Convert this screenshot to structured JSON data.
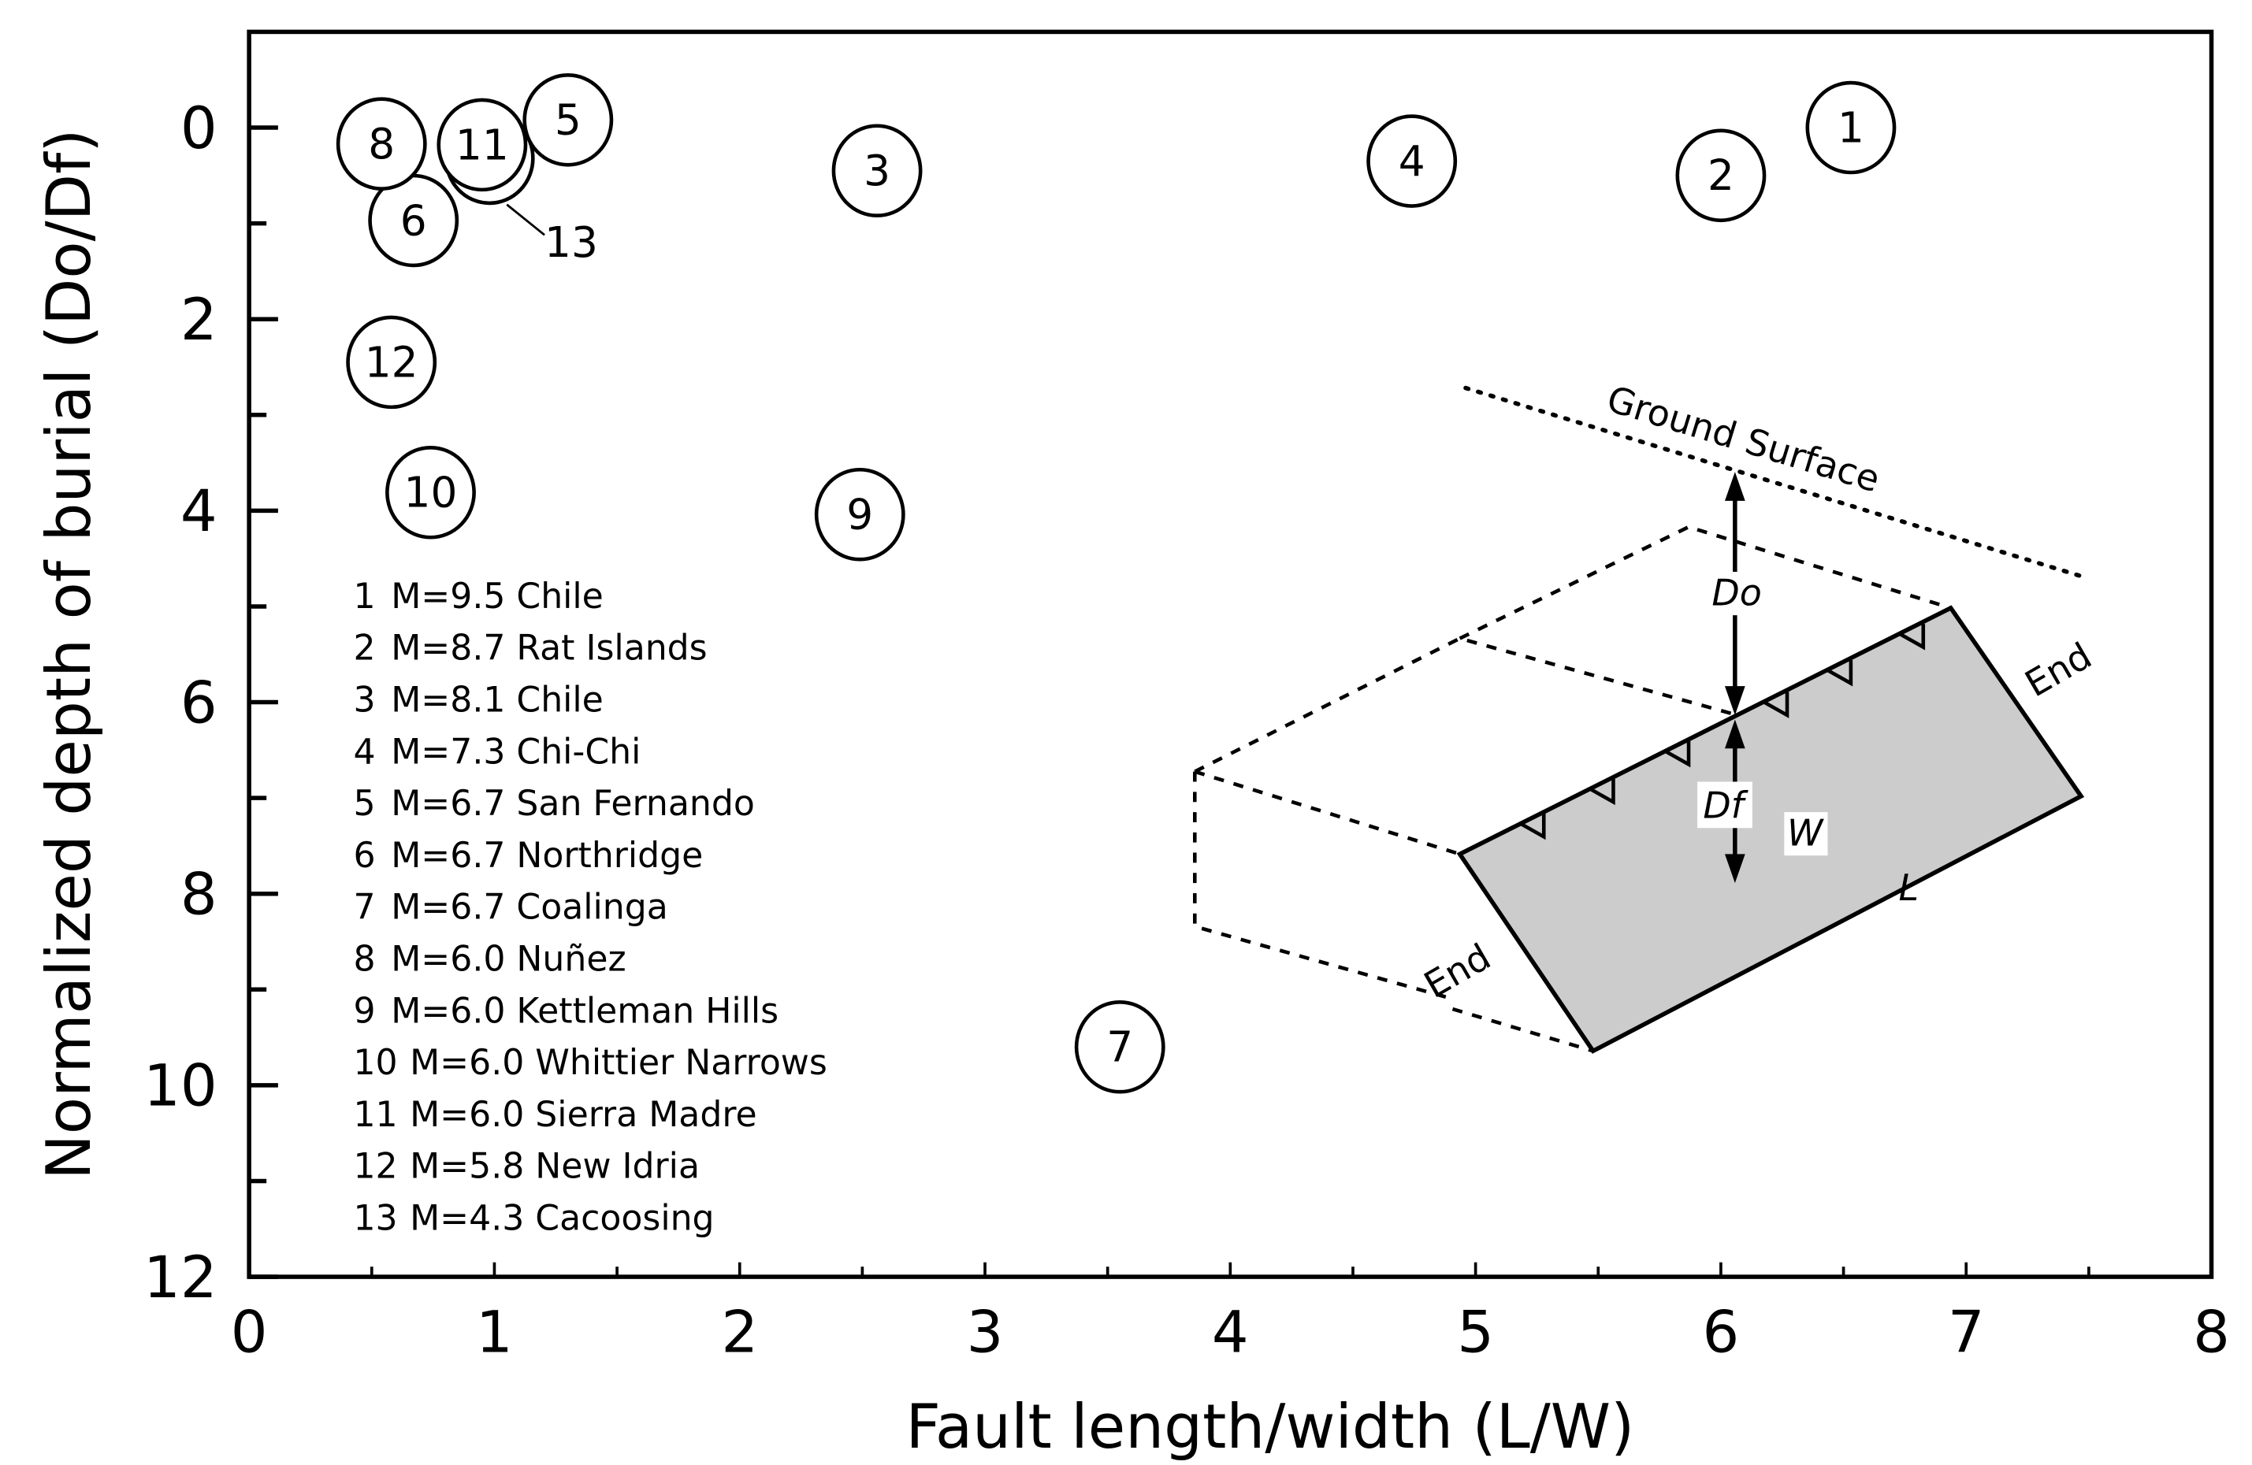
{
  "chart_data": {
    "type": "scatter",
    "title": "",
    "xlabel": "Fault length/width (L/W)",
    "ylabel": "Normalized depth of burial (Do/Df)",
    "xlim": [
      0,
      8
    ],
    "ylim": [
      12,
      -1
    ],
    "y_inverted": true,
    "grid": false,
    "x_major_ticks": [
      0,
      1,
      2,
      3,
      4,
      5,
      6,
      7,
      8
    ],
    "x_minor_ticks": [
      0.5,
      1.5,
      2.5,
      3.5,
      4.5,
      5.5,
      6.5,
      7.5
    ],
    "y_major_ticks": [
      0,
      2,
      4,
      6,
      8,
      10,
      12
    ],
    "y_minor_ticks": [
      1,
      3,
      5,
      7,
      9,
      11
    ],
    "marker": "circle-with-number",
    "points": [
      {
        "id": "1",
        "x": 6.53,
        "y": 0.0
      },
      {
        "id": "2",
        "x": 6.0,
        "y": 0.5
      },
      {
        "id": "3",
        "x": 2.56,
        "y": 0.45
      },
      {
        "id": "4",
        "x": 4.74,
        "y": 0.35
      },
      {
        "id": "5",
        "x": 1.3,
        "y": -0.08
      },
      {
        "id": "6",
        "x": 0.67,
        "y": 0.97
      },
      {
        "id": "7",
        "x": 3.55,
        "y": 9.6
      },
      {
        "id": "8",
        "x": 0.54,
        "y": 0.17
      },
      {
        "id": "9",
        "x": 2.49,
        "y": 4.04
      },
      {
        "id": "10",
        "x": 0.74,
        "y": 3.81
      },
      {
        "id": "11",
        "x": 0.95,
        "y": 0.18
      },
      {
        "id": "12",
        "x": 0.58,
        "y": 2.45
      },
      {
        "id": "13",
        "x": 0.98,
        "y": 0.32,
        "label_offset": true
      }
    ],
    "legend_position": "lower-left",
    "legend": [
      {
        "id": "1",
        "text": "M=9.5 Chile"
      },
      {
        "id": "2",
        "text": "M=8.7 Rat Islands"
      },
      {
        "id": "3",
        "text": "M=8.1 Chile"
      },
      {
        "id": "4",
        "text": "M=7.3 Chi-Chi"
      },
      {
        "id": "5",
        "text": "M=6.7 San Fernando"
      },
      {
        "id": "6",
        "text": "M=6.7 Northridge"
      },
      {
        "id": "7",
        "text": "M=6.7 Coalinga"
      },
      {
        "id": "8",
        "text": "M=6.0 Nuñez"
      },
      {
        "id": "9",
        "text": "M=6.0 Kettleman Hills"
      },
      {
        "id": "10",
        "text": "M=6.0 Whittier Narrows"
      },
      {
        "id": "11",
        "text": "M=6.0 Sierra Madre"
      },
      {
        "id": "12",
        "text": "M=5.8 New Idria"
      },
      {
        "id": "13",
        "text": "M=4.3 Cacoosing"
      }
    ],
    "inset_diagram": {
      "labels": {
        "ground_surface": "Ground Surface",
        "do": "Do",
        "df": "Df",
        "w": "W",
        "l": "L",
        "end_right": "End",
        "end_left": "End"
      },
      "fault_fill_color": "#cccccc"
    }
  }
}
